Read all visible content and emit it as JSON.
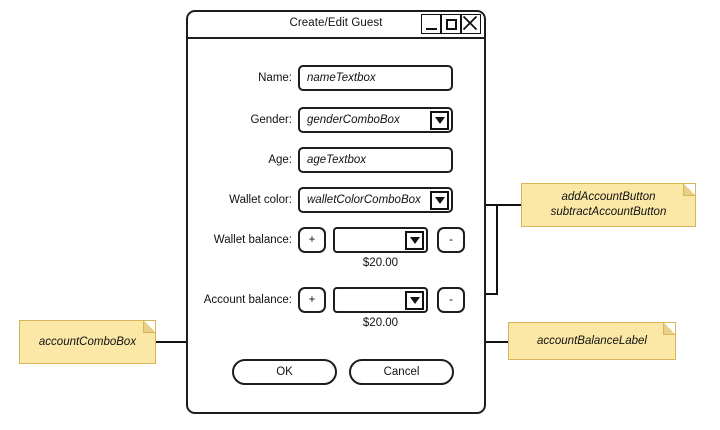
{
  "window": {
    "title": "Create/Edit Guest",
    "controls": [
      {
        "name": "minimize",
        "icon": "minimize-icon",
        "label": "_"
      },
      {
        "name": "maximize",
        "icon": "maximize-icon",
        "label": "□"
      },
      {
        "name": "close",
        "icon": "close-icon",
        "label": "✕"
      }
    ]
  },
  "form": {
    "name": {
      "label": "Name:",
      "value": "nameTextbox"
    },
    "gender": {
      "label": "Gender:",
      "value": "genderComboBox"
    },
    "age": {
      "label": "Age:",
      "value": "ageTextbox"
    },
    "wallet_color": {
      "label": "Wallet color:",
      "value": "walletColorComboBox"
    },
    "wallet_balance": {
      "label": "Wallet balance:",
      "value": "",
      "amount": "$20.00",
      "plus": "+",
      "minus": "-"
    },
    "account_balance": {
      "label": "Account balance:",
      "value": "",
      "amount": "$20.00",
      "plus": "+",
      "minus": "-"
    }
  },
  "buttons": {
    "ok": "OK",
    "cancel": "Cancel"
  },
  "annotations": [
    {
      "id": "account-buttons",
      "lines": [
        "addAccountButton",
        "subtractAccountButton"
      ]
    },
    {
      "id": "account-combobox",
      "lines": [
        "accountComboBox"
      ]
    },
    {
      "id": "account-balance-label",
      "lines": [
        "accountBalanceLabel"
      ]
    }
  ],
  "colors": {
    "note_fill": "#fbe8a6",
    "note_border": "#d6b656",
    "stroke": "#1d1d1f",
    "canvas": "#ffffff"
  }
}
